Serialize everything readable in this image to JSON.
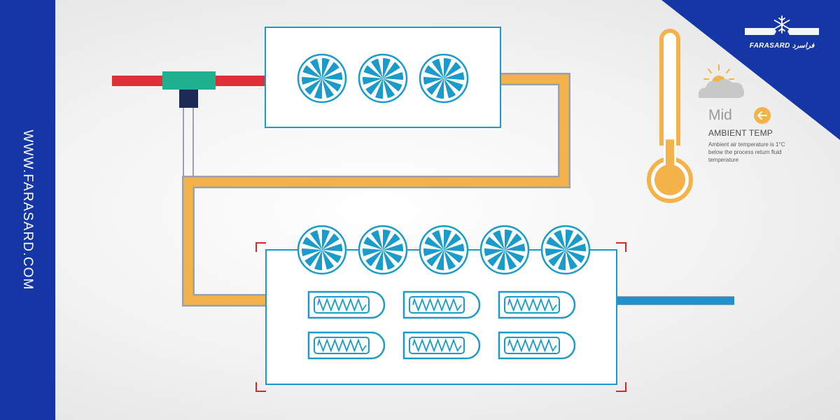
{
  "website": {
    "url": "WWW.FARASARD.COM"
  },
  "brand": {
    "name": "FARASARD",
    "logo_icon": "snowflake-icon",
    "logo_persian_text": "فراسرد"
  },
  "ambient": {
    "level": "Mid",
    "title": "AMBIENT TEMP",
    "description": "Ambient air temperature is 1°C below the process return fluid temperature",
    "weather_icon": "sun-behind-cloud-icon",
    "indicator_icon": "arrow-left-icon",
    "thermometer_fill_level": 0.28
  },
  "diagram": {
    "top_unit": {
      "fans": 3
    },
    "bottom_unit": {
      "fans": 5,
      "coils": 6
    }
  },
  "colors": {
    "brand_blue": "#1537a6",
    "fan_blue": "#1a9bc9",
    "unit_outline": "#1a9bc9",
    "hot_pipe": "#de2f38",
    "warm_pipe": "#f4b24a",
    "cold_pipe": "#1f93d0",
    "valve_teal": "#1fb08f",
    "valve_navy": "#1c2a55",
    "corner_marks": "#d62a2a",
    "thermometer": "#f4b24a"
  }
}
